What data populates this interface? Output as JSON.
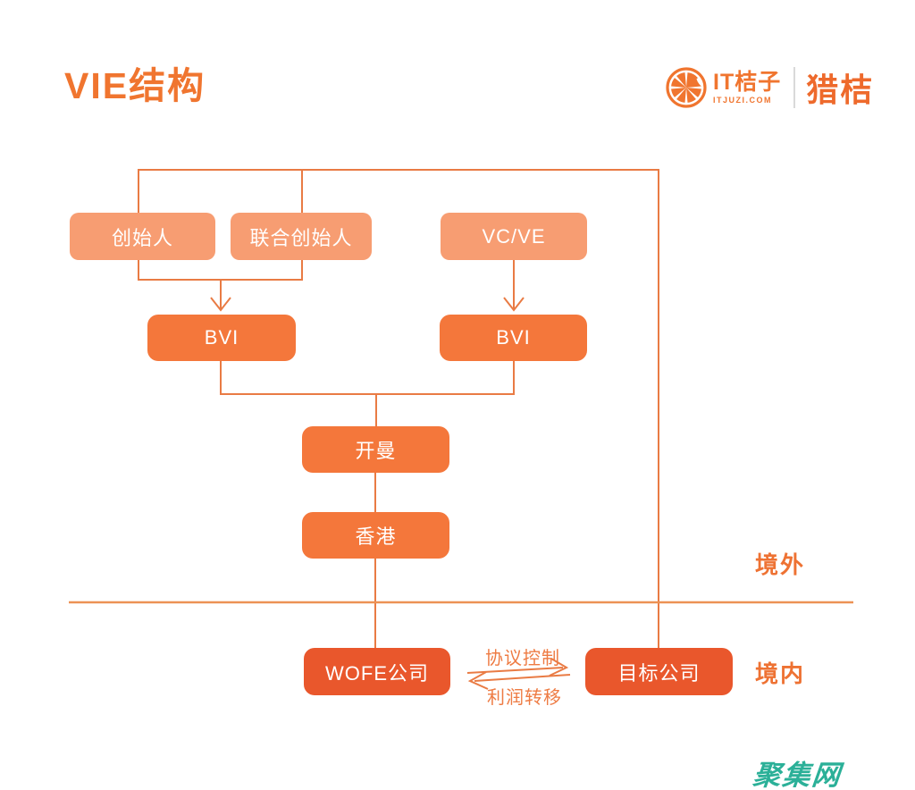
{
  "page": {
    "title": "VIE结构"
  },
  "brand": {
    "logo_icon": "orange-slice-icon",
    "name": "IT桔子",
    "domain": "ITJUZI.COM",
    "partner": "猎桔"
  },
  "nodes": [
    {
      "id": "founder",
      "label": "创始人",
      "tier": "shareholder"
    },
    {
      "id": "cofounder",
      "label": "联合创始人",
      "tier": "shareholder"
    },
    {
      "id": "vcpe",
      "label": "VC/VE",
      "tier": "shareholder"
    },
    {
      "id": "bvi1",
      "label": "BVI",
      "tier": "offshore-holding"
    },
    {
      "id": "bvi2",
      "label": "BVI",
      "tier": "offshore-holding"
    },
    {
      "id": "cayman",
      "label": "开曼",
      "tier": "offshore-holding"
    },
    {
      "id": "hongkong",
      "label": "香港",
      "tier": "offshore-holding"
    },
    {
      "id": "wofe",
      "label": "WOFE公司",
      "tier": "onshore"
    },
    {
      "id": "target",
      "label": "目标公司",
      "tier": "onshore"
    }
  ],
  "edges": {
    "control_label": "协议控制",
    "profit_label": "利润转移"
  },
  "regions": {
    "offshore": "境外",
    "onshore": "境内"
  },
  "watermark": "聚集网",
  "colors": {
    "accent_orange": "#F0752F",
    "node_light": "#F79D72",
    "node_mid": "#F4773B",
    "node_dark": "#E9572C",
    "wire": "#E97B44",
    "divider": "#EC9255",
    "watermark_teal": "#2BB098",
    "background": "#FFFFFF"
  }
}
